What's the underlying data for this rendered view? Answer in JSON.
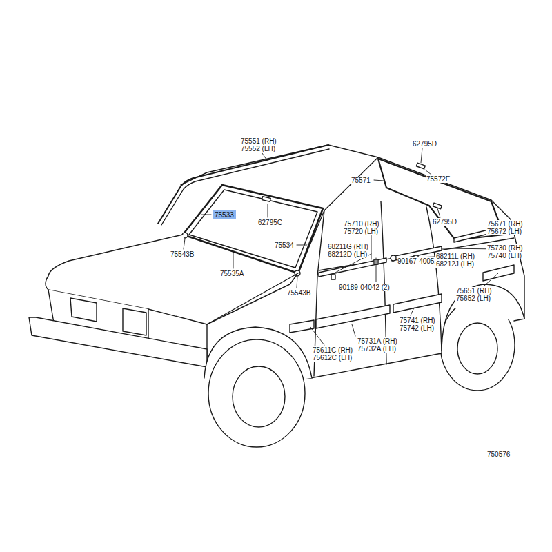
{
  "diagram": {
    "nodes": [
      {
        "text": [
          "75533"
        ]
      }
    ],
    "labels": [
      "75551 (RH)",
      "75552 (LH)",
      "62795D",
      "75572E",
      "75571",
      "62795C",
      "75534",
      "75543B",
      "75535A",
      "75543B",
      "62795D",
      "75671 (RH)",
      "75672 (LH)",
      "75710 (RH)",
      "75720 (LH)",
      "68211G (RH)",
      "68212D (LH)",
      "90189-04042 (2)",
      "90167-40052 (2)",
      "75730 (RH)",
      "75740 (LH)",
      "68211L (RH)",
      "68212J (LH)",
      "75651 (RH)",
      "75652 (LH)",
      "75741 (RH)",
      "75742 (LH)",
      "75731A (RH)",
      "75732A (LH)",
      "75611C (RH)",
      "75612C (LH)",
      "750576"
    ]
  }
}
